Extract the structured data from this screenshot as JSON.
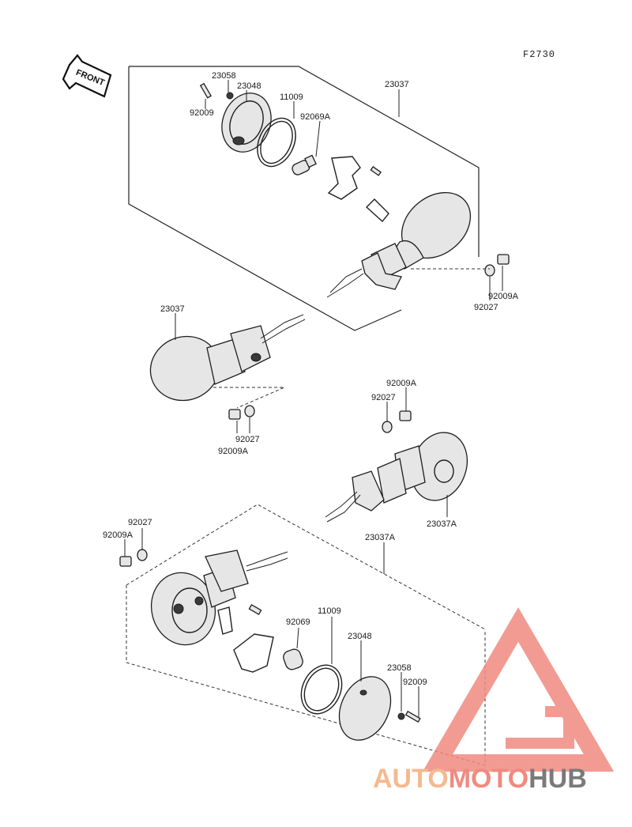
{
  "figure_code": "F2730",
  "front_arrow": "FRONT",
  "labels": {
    "top_assy": "23037",
    "top_screw_a": "23058",
    "top_lens": "23048",
    "top_screw_b": "92009",
    "top_gasket": "11009",
    "top_bulb": "92069A",
    "top_bolt": "92009A",
    "top_washer": "92027",
    "mid_assy": "23037",
    "mid_washer": "92027",
    "mid_bolt": "92009A",
    "right_bolt": "92009A",
    "right_washer": "92027",
    "right_assy": "23037A",
    "low_washer": "92027",
    "low_bolt": "92009A",
    "low_assy": "23037A",
    "low_gasket": "11009",
    "low_bulb": "92069",
    "low_lens": "23048",
    "low_screw_a": "23058",
    "low_screw_b": "92009"
  },
  "watermark": {
    "part1": "AUTO",
    "part2": "MOTO",
    "part3": "HUB",
    "color_light": "#f5b98f",
    "color_mid": "#f08a80",
    "color_dark": "#7a7a7a"
  }
}
